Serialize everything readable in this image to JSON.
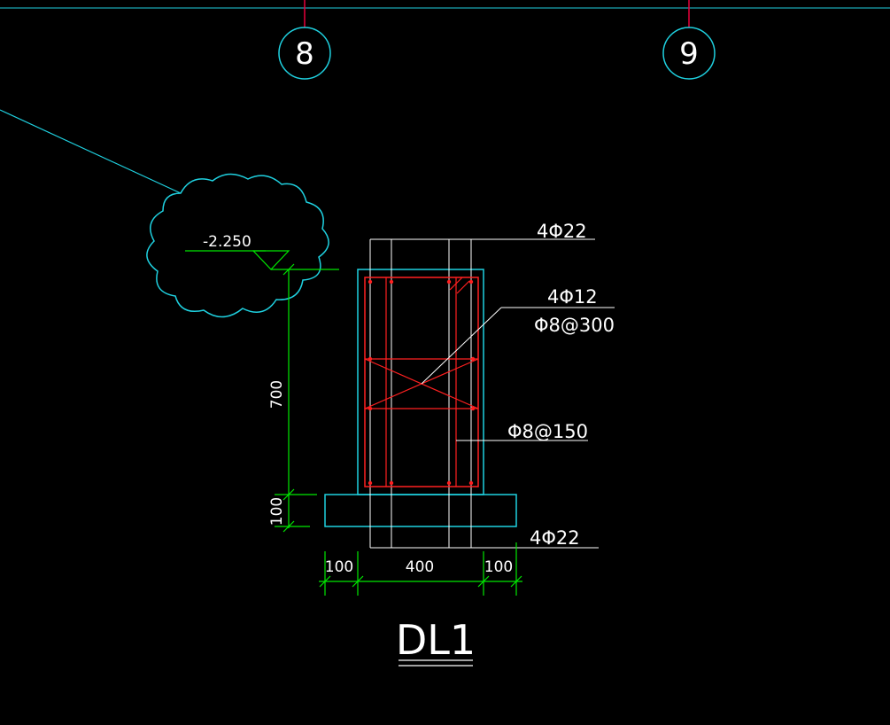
{
  "axis_bubbles": [
    {
      "label": "8"
    },
    {
      "label": "9"
    }
  ],
  "elevation": {
    "label": "-2.250"
  },
  "annotations": {
    "top_bars": "4Φ22",
    "side_bars": "4Φ12",
    "tie_spacing": "Φ8@300",
    "stirrups": "Φ8@150",
    "bottom_bars": "4Φ22"
  },
  "dimensions": {
    "beam_height": "700",
    "cushion_height": "100",
    "left_offset": "100",
    "beam_width": "400",
    "right_offset": "100"
  },
  "title": "DL1",
  "colors": {
    "background": "#000000",
    "grid_axis": "#e8003a",
    "cyan": "#1fd1e0",
    "green": "#00e800",
    "rebar": "#ff2020",
    "text": "#ffffff"
  }
}
